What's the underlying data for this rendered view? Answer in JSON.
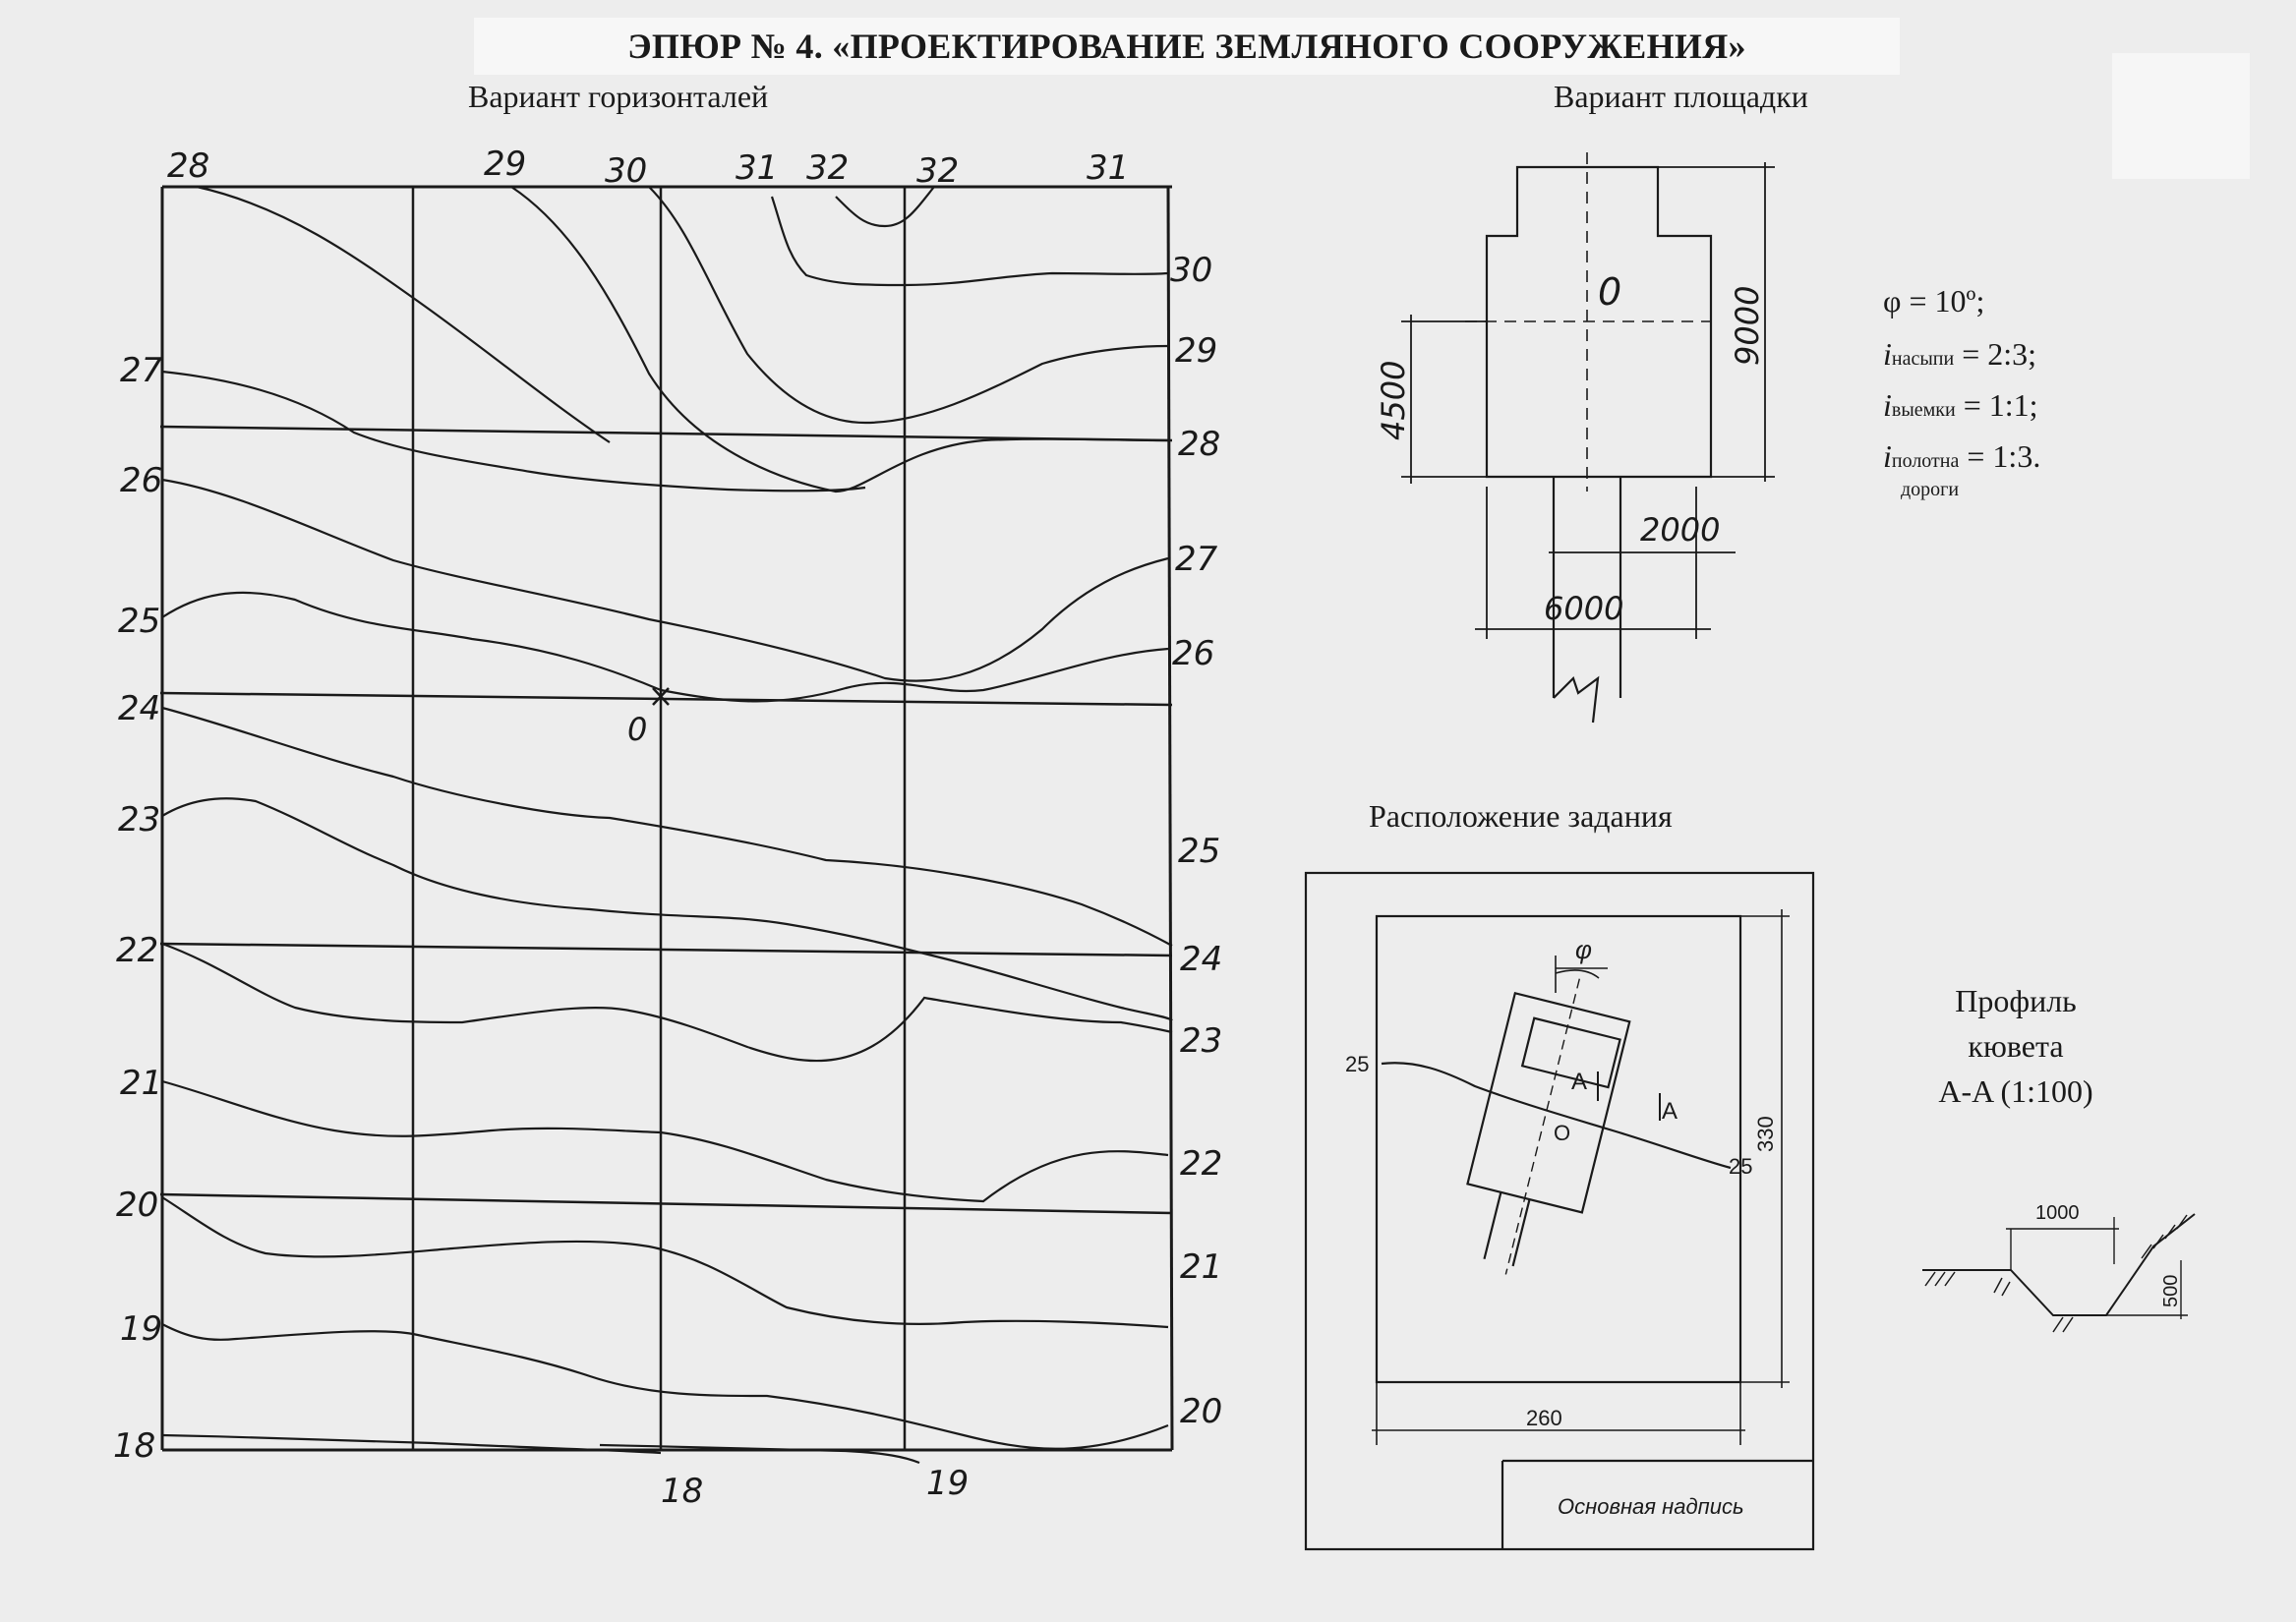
{
  "title": "ЭПЮР № 4. «ПРОЕКТИРОВАНИЕ ЗЕМЛЯНОГО СООРУЖЕНИЯ»",
  "captions": {
    "contours": "Вариант горизонталей",
    "site": "Вариант площадки",
    "layout": "Расположение задания",
    "profile_line1": "Профиль",
    "profile_line2": "кювета",
    "profile_line3": "A-A (1:100)"
  },
  "contour_labels": {
    "top": [
      "28",
      "29",
      "30",
      "31",
      "32",
      "32",
      "31"
    ],
    "right": [
      "30",
      "29",
      "28",
      "27",
      "26",
      "25",
      "24",
      "23",
      "22",
      "21",
      "20"
    ],
    "left": [
      "27",
      "26",
      "25",
      "24",
      "23",
      "22",
      "21",
      "20",
      "19",
      "18"
    ],
    "bottom": [
      "18",
      "19"
    ],
    "origin": "0"
  },
  "site_plan": {
    "center_label": "0",
    "dim_height_total": "9000",
    "dim_height_half": "4500",
    "dim_road_width": "2000",
    "dim_site_width": "6000"
  },
  "parameters": {
    "phi": "φ = 10º;",
    "i_fill_sym": "i",
    "i_fill_sub": "насыпи",
    "i_fill_val": "= 2:3;",
    "i_cut_sym": "i",
    "i_cut_sub": "выемки",
    "i_cut_val": "= 1:1;",
    "i_road_sym": "i",
    "i_road_sub": "полотна",
    "i_road_sub2": "дороги",
    "i_road_val": "= 1:3."
  },
  "layout_sheet": {
    "phi_label": "φ",
    "contour_left": "25",
    "contour_right": "25",
    "section_a1": "A",
    "section_a2": "A",
    "origin": "O",
    "dim_height": "330",
    "dim_width": "260",
    "title_block": "Основная надпись"
  },
  "ditch_profile": {
    "dim_width": "1000",
    "dim_depth": "500"
  }
}
